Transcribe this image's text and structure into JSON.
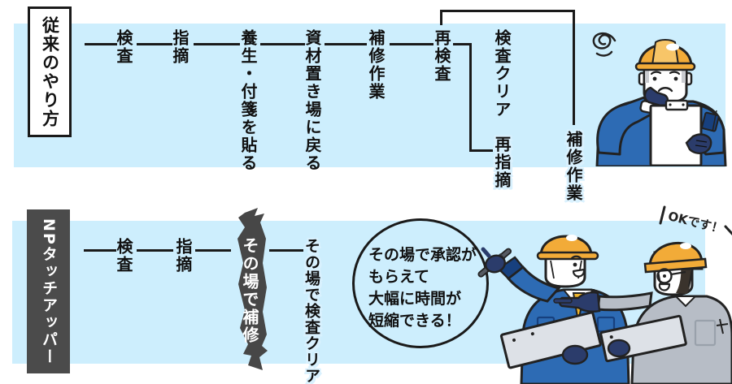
{
  "colors": {
    "band": "#cdeefd",
    "halo": "#d9f1fe",
    "ink": "#1a1a1a",
    "dark_panel": "#4b4b4b",
    "brush": "#474747",
    "helmet": "#f2ab38",
    "blue_uniform": "#2d6bb4",
    "gray_uniform": "#b7bdc6"
  },
  "top_flow": {
    "label": "従来のやり方",
    "steps": [
      "検査",
      "指摘",
      "養生・付箋を貼る",
      "資材置き場に戻る",
      "補修作業",
      "再検査",
      "検査クリア"
    ],
    "loop_steps": [
      "再指摘",
      "補修作業"
    ]
  },
  "bottom_flow": {
    "label": "NPタッチアッパー",
    "steps": [
      "検査",
      "指摘"
    ],
    "brush_step": "その場で補修",
    "final_step": "その場で検査クリア",
    "speech_bubble": [
      "その場で承認が",
      "もらえて",
      "大幅に時間が",
      "短縮できる！"
    ],
    "ok_callout": "OKです！"
  },
  "icons": {
    "dizzy_squiggle": "confusion-scribble above worried inspector",
    "worried_inspector": "inspector in blue workwear with clipboard, hand on chin",
    "happy_workers": "two workers with clipboards, one pointing pen, one saying OK"
  }
}
